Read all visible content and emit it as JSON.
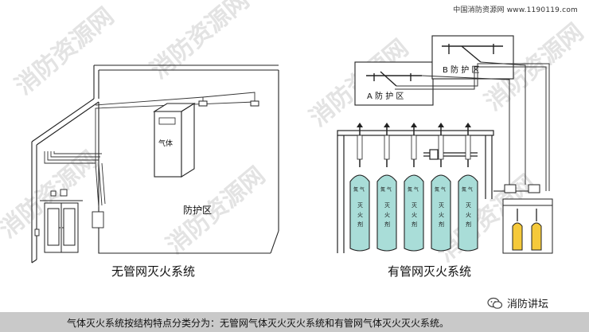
{
  "source_credit": "中国消防资源网 www.1190119.com",
  "left_system": {
    "title": "无管网灭火系统",
    "zone_label": "防护区",
    "cabinet_label": "气体"
  },
  "right_system": {
    "title": "有管网灭火系统",
    "zone_a_label": "A 防 护 区",
    "zone_b_label": "B 防 护 区",
    "cylinder_text": [
      "灭",
      "火",
      "剂"
    ],
    "cylinder_top": "氮 气"
  },
  "caption": "气体灭火系统按结构特点分类分为：无管网气体灭火灭火系统和有管网气体灭火灭火系统。",
  "wechat_account": "消防讲坛",
  "watermark": "消防资源网",
  "colors": {
    "cylinder_fill": "#a9ddd8",
    "small_cylinder_fill": "#f5c93a",
    "caption_bar": "#c9c9c9"
  }
}
